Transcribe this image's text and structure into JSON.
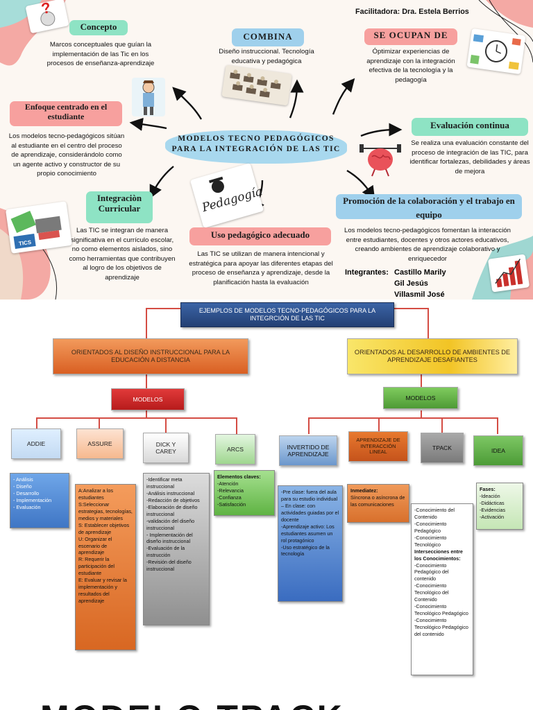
{
  "infographic": {
    "facilitator": "Facilitadora: Dra. Estela Berrios",
    "center_title": "MODELOS TECNO PEDAGÓGICOS PARA LA INTEGRACIÓN  DE LAS TIC",
    "concepto": {
      "label": "Concepto",
      "desc": "Marcos conceptuales que guían la implementación de las Tic en los procesos de enseñanza-aprendizaje"
    },
    "combina": {
      "label": "COMBINA",
      "desc": "Diseño instruccional. Tecnología educativa y pedagógica"
    },
    "se_ocupan": {
      "label": "SE OCUPAN  DE",
      "desc": "Óptimizar experiencias de aprendizaje con  la integración efectiva de la tecnología y la pedagogía"
    },
    "enfoque": {
      "label": "Enfoque centrado en el estudiante",
      "desc": "Los modelos tecno-pedagógicos sitúan al estudiante en el centro del proceso de aprendizaje, considerándolo como un agente activo y constructor de su propio conocimiento"
    },
    "evaluacion": {
      "label": "Evaluación continua",
      "desc": "Se realiza una evaluación constante del proceso de integración de las TIC, para identificar fortalezas, debilidades y áreas de mejora"
    },
    "integracion": {
      "label": "Integraciòn Curricular",
      "desc": "Las TIC se integran de manera significativa en el currículo escolar, no como elementos aislados, sino como herramientas que contribuyen al logro de los objetivos de aprendizaje"
    },
    "uso": {
      "label": "Uso pedagógico adecuado",
      "desc": "Las TIC se utilizan de manera intencional y estratégica para apoyar las diferentes etapas del proceso de enseñanza y aprendizaje, desde la planificación hasta la evaluación"
    },
    "promocion": {
      "label": "Promoción de la colaboración y el trabajo en equipo",
      "desc": "Los modelos tecno-pedagógicos fomentan la interacción entre estudiantes, docentes y otros actores educativos, creando ambientes de aprendizaje colaborativo y enriquecedor"
    },
    "integrantes_label": "Integrantes:",
    "integrantes": [
      "Castillo Marily",
      "Gil Jesús",
      "Villasmil José"
    ],
    "pedagogia_word": "Pedagogía"
  },
  "diagram": {
    "root": "EJEMPLOS DE MODELOS TECNO-PEDAGÓGICOS PARA LA INTEGRCIÓN DE LAS TIC",
    "left_branch": "ORIENTADOS AL DISEÑO INSTRUCCIONAL PARA LA EDUCACIÓN A DISTANCIA",
    "right_branch": "ORIENTADOS AL DESARROLLO DE AMBIENTES DE APRENDIZAJE DESAFIANTES",
    "left_models_label": "MODELOS",
    "right_models_label": "MODELOS",
    "models": [
      {
        "name": "ADDIE",
        "content": "- Análisis\n- Diseño\n- Desarrollo\n- Implementación\n- Evaluación"
      },
      {
        "name": "ASSURE",
        "content": "A:Analizar a los estudiantes\nS:Seleccionar estrategias, tecnologías, medios y materiales\nS: Establecer objetivos de aprendizaje\nU: Organizar el escenario de aprendizaje\nR: Requerir la participación del estudiante\nE: Evaluar y revisar la implementación y resultados del aprendizaje"
      },
      {
        "name": "DICK Y CAREY",
        "content": "-Identificar meta instruccional\n-Análisis instruccional\n-Redacción de objetivos\n-Elaboración de diseño instruccional\n-validación del diseño instruccional\n- Implementación del diseño instruccional\n-Evaluación de la instrucción\n-Revisión del diseño instruccional"
      },
      {
        "name": "ARCS",
        "content_title": "Elementos claves:",
        "content": "-Atención\n-Relevancia\n-Confianza\n-Satisfacción"
      },
      {
        "name": "INVERTIDO DE APRENDIZAJE",
        "content": "-Pre clase: fuera del aula para su estudio individual – En clase: con actividades guiadas por el docente\n-Aprendizaje activo: Los estudiantes asumen un rol protagónico\n-Uso estratégico de la tecnología"
      },
      {
        "name": "APRENDIZAJE DE INTERACCIÓN LINEAL",
        "content_title": "Inmediatez:",
        "content": "Síncrona o asíncrona de las comunicaciones"
      },
      {
        "name": "TPACK",
        "content": "-Conocimiento del Contenido\n-Conocimiento Pedagógico\n-Conocimiento Tecnológico",
        "content_title2": "Intersecciones entre los Conocimientos:",
        "content2": "-Conocimiento Pedagógico del contenido\n-Conocimiento Tecnológico del Contenido\n-Conocimiento Tecnológico Pedagógico\n-Conocimiento Tecnológico Pedagógico del contenido"
      },
      {
        "name": "IDEA",
        "content_title": "Fases:",
        "content": "-Ideación\n-Didácticas\n-Evidencias\n-Activación"
      }
    ],
    "footer_heading": "MODELO TPACK"
  },
  "colors": {
    "teal": "#8ee3c4",
    "pink": "#f7a09e",
    "blue": "#9fd0ec",
    "root_blue": "#2d4e8a",
    "orange": "#e2763a",
    "yellow": "#f7d94a",
    "red": "#d82a2a",
    "green": "#66b84a",
    "line_red": "#d44c43"
  }
}
